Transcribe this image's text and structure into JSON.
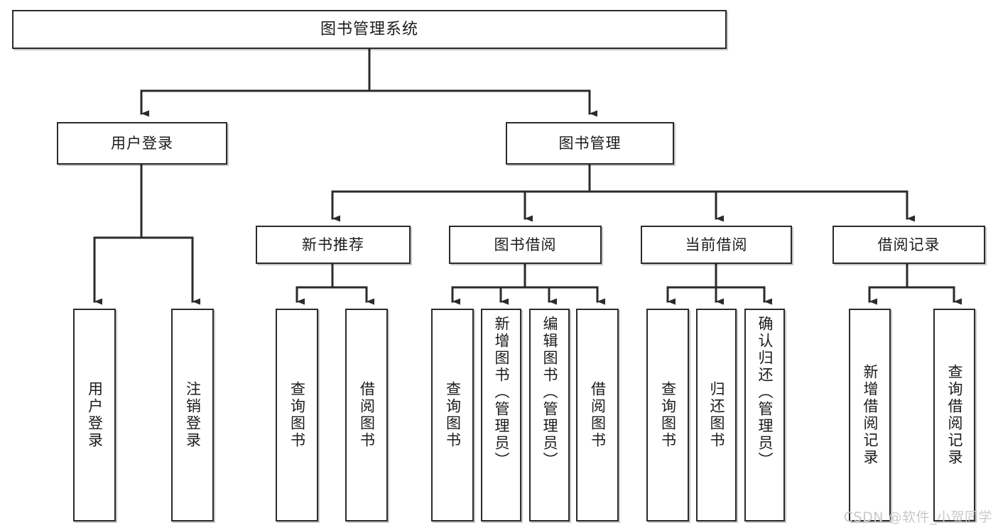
{
  "diagram": {
    "title": "图书管理系统",
    "type": "hierarchy-tree",
    "background_color": "#ffffff",
    "line_color": "#2b2b2b",
    "box_fill": "#ffffff",
    "text_color": "#1b1b1b"
  },
  "nodes": {
    "root": {
      "label": "图书管理系统"
    },
    "level2": [
      {
        "label": "用户登录"
      },
      {
        "label": "图书管理"
      }
    ],
    "level3": [
      {
        "label": "新书推荐"
      },
      {
        "label": "图书借阅"
      },
      {
        "label": "当前借阅"
      },
      {
        "label": "借阅记录"
      }
    ],
    "leaves": [
      {
        "label": "用户登录",
        "parent": "用户登录"
      },
      {
        "label": "注销登录",
        "parent": "用户登录"
      },
      {
        "label": "查询图书",
        "parent": "新书推荐"
      },
      {
        "label": "借阅图书",
        "parent": "新书推荐"
      },
      {
        "label": "查询图书",
        "parent": "图书借阅"
      },
      {
        "label": "新增图书（管理员）",
        "parent": "图书借阅"
      },
      {
        "label": "编辑图书（管理员）",
        "parent": "图书借阅"
      },
      {
        "label": "借阅图书",
        "parent": "图书借阅"
      },
      {
        "label": "查询图书",
        "parent": "当前借阅"
      },
      {
        "label": "归还图书",
        "parent": "当前借阅"
      },
      {
        "label": "确认归还（管理员）",
        "parent": "当前借阅"
      },
      {
        "label": "新增借阅记录",
        "parent": "借阅记录"
      },
      {
        "label": "查询借阅记录",
        "parent": "借阅记录"
      }
    ]
  },
  "watermark": {
    "text": "CSDN @软件_小贺同学"
  }
}
